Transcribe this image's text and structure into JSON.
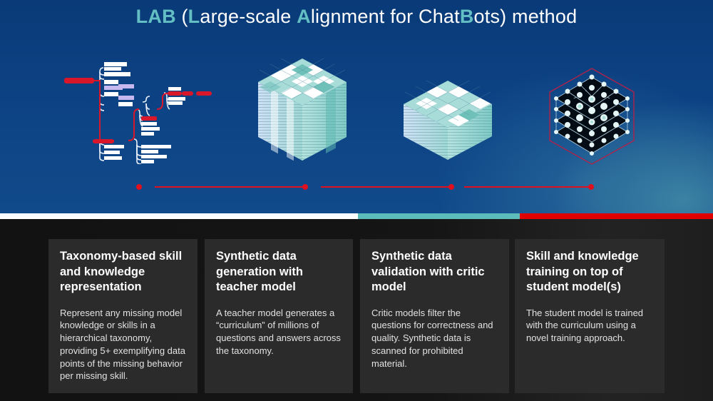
{
  "header": {
    "title_parts": [
      {
        "text": "LAB",
        "highlight": true
      },
      {
        "text": " (",
        "highlight": false
      },
      {
        "text": "L",
        "highlight": true
      },
      {
        "text": "arge-scale ",
        "highlight": false
      },
      {
        "text": "A",
        "highlight": true
      },
      {
        "text": "lignment for Chat",
        "highlight": false
      },
      {
        "text": "B",
        "highlight": true
      },
      {
        "text": "ots) method",
        "highlight": false
      }
    ]
  },
  "illustrations": [
    {
      "name": "taxonomy-tree-icon",
      "description": "hierarchical taxonomy mind map"
    },
    {
      "name": "large-data-cube-icon",
      "description": "tall stacked data cube"
    },
    {
      "name": "small-data-cube-icon",
      "description": "shorter stacked data cube"
    },
    {
      "name": "network-hexagon-icon",
      "description": "node network inside hexagon"
    }
  ],
  "timeline": {
    "steps": 4,
    "color": "#e0101e"
  },
  "stripe_colors": {
    "white": "#ffffff",
    "teal": "#5bbcbb",
    "red": "#e00000"
  },
  "colors": {
    "accent_teal": "#64bfc4",
    "accent_red": "#e0101e",
    "background_blue": "#0d4486",
    "card_background": "#2b2b2b"
  },
  "cards": [
    {
      "title": "Taxonomy-based skill and knowledge representation",
      "body": "Represent any missing model knowledge or skills in a hierarchical taxonomy, providing 5+ exemplifying data points of the missing behavior per missing skill."
    },
    {
      "title": "Synthetic data generation with teacher model",
      "body": "A teacher model generates a “curriculum” of millions of questions and answers across the taxonomy."
    },
    {
      "title": "Synthetic data validation with critic model",
      "body": "Critic models filter the questions for correctness and quality. Synthetic data is scanned for prohibited material."
    },
    {
      "title": "Skill and knowledge training on top of student model(s)",
      "body": "The student model is trained with the curriculum using a novel training approach."
    }
  ]
}
